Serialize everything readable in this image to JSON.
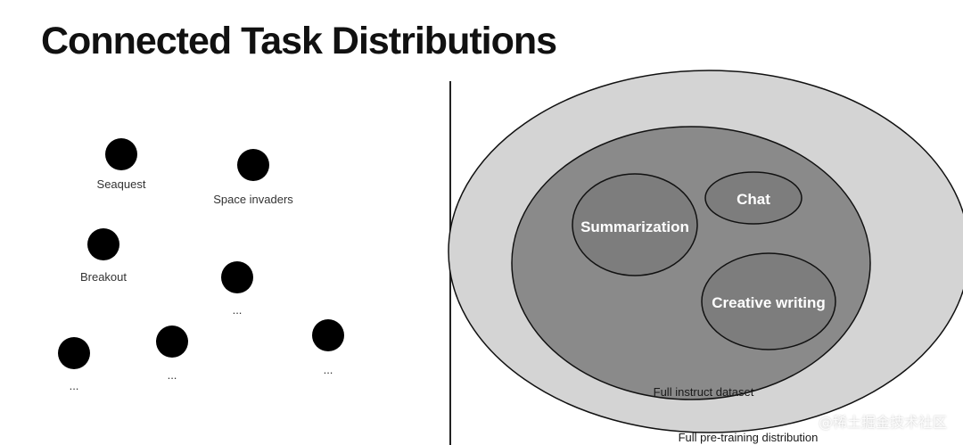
{
  "title": "Connected Task Distributions",
  "left_panel": {
    "tasks": [
      {
        "label": "Seaquest"
      },
      {
        "label": "Space invaders"
      },
      {
        "label": "Breakout"
      },
      {
        "label": "..."
      },
      {
        "label": "..."
      },
      {
        "label": "..."
      },
      {
        "label": "..."
      }
    ]
  },
  "right_panel": {
    "outer_label": "Full pre-training distribution",
    "inner_label": "Full instruct dataset",
    "subsets": {
      "summarization": "Summarization",
      "chat": "Chat",
      "creative_writing": "Creative writing"
    },
    "colors": {
      "outer_fill": "#d4d4d4",
      "inner_fill": "#8a8a8a",
      "subset_fill": "#7a7a7a",
      "stroke": "#111111"
    }
  },
  "watermark": "@稀土掘金技术社区"
}
